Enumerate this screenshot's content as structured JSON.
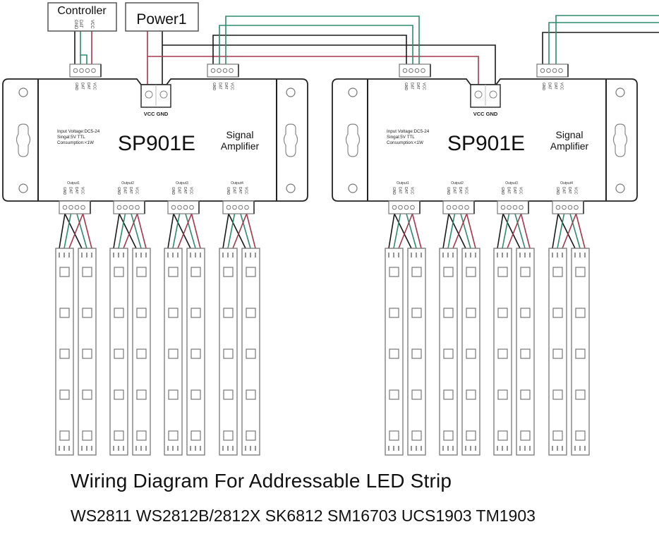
{
  "colors": {
    "outline": "#333333",
    "wire_black": "#1a1a1a",
    "wire_green": "#2e8b6e",
    "wire_red": "#a3384d"
  },
  "controller": {
    "label": "Controller",
    "pins": [
      "GND",
      "DAT",
      "VCC"
    ]
  },
  "power": {
    "label": "Power1"
  },
  "amplifiers": [
    {
      "model": "SP901E",
      "title_line1": "Signal",
      "title_line2": "Amplifier",
      "specs": [
        "Input Voltage:DC5-24",
        "Singal:5V TTL",
        "Consumption:<1W"
      ],
      "power_terminal_label": "VCC GND",
      "input_pins": [
        "GND",
        "DAT",
        "DAT",
        "VCC"
      ],
      "cascade_pins": [
        "GND",
        "DAT",
        "DAT",
        "VCC"
      ],
      "outputs": [
        {
          "label": "Output1",
          "pins": [
            "GND",
            "DAT",
            "DAT",
            "VCC"
          ]
        },
        {
          "label": "Output2",
          "pins": [
            "GND",
            "DAT",
            "DAT",
            "VCC"
          ]
        },
        {
          "label": "Output3",
          "pins": [
            "GND",
            "DAT",
            "DAT",
            "VCC"
          ]
        },
        {
          "label": "Output4",
          "pins": [
            "GND",
            "DAT",
            "DAT",
            "VCC"
          ]
        }
      ]
    },
    {
      "model": "SP901E",
      "title_line1": "Signal",
      "title_line2": "Amplifier",
      "specs": [
        "Input Voltage:DC5-24",
        "Singal:5V TTL",
        "Consumption:<1W"
      ],
      "power_terminal_label": "VCC GND",
      "input_pins": [
        "GND",
        "DAT",
        "DAT",
        "VCC"
      ],
      "cascade_pins": [
        "GND",
        "DAT",
        "DAT",
        "VCC"
      ],
      "outputs": [
        {
          "label": "Output1",
          "pins": [
            "GND",
            "DAT",
            "DAT",
            "VCC"
          ]
        },
        {
          "label": "Output2",
          "pins": [
            "GND",
            "DAT",
            "DAT",
            "VCC"
          ]
        },
        {
          "label": "Output3",
          "pins": [
            "GND",
            "DAT",
            "DAT",
            "VCC"
          ]
        },
        {
          "label": "Output4",
          "pins": [
            "GND",
            "DAT",
            "DAT",
            "VCC"
          ]
        }
      ]
    }
  ],
  "led_strip": {
    "strips_per_output": 2,
    "leds_per_strip": 5
  },
  "caption": {
    "title": "Wiring Diagram For Addressable LED Strip",
    "subtitle": "WS2811 WS2812B/2812X SK6812 SM16703 UCS1903 TM1903"
  }
}
